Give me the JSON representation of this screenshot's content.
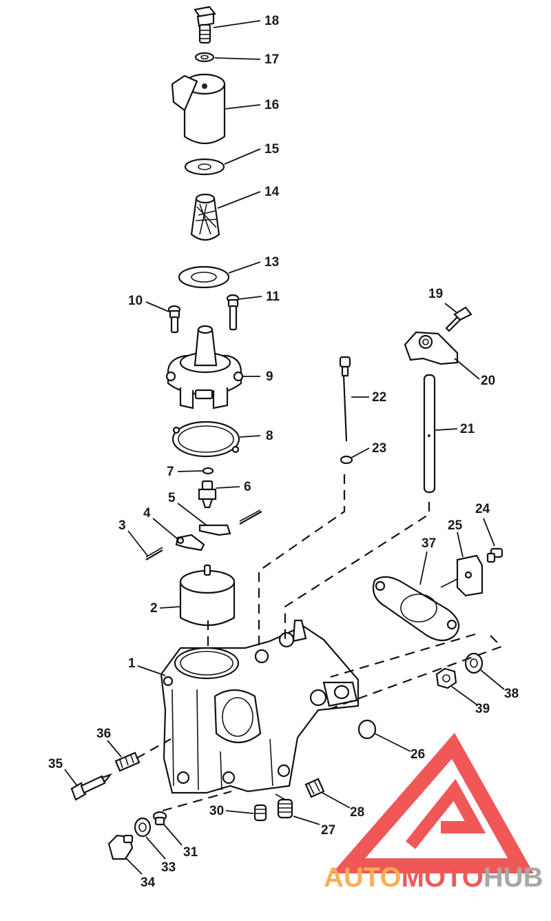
{
  "callouts": [
    "1",
    "2",
    "3",
    "4",
    "5",
    "6",
    "7",
    "8",
    "9",
    "10",
    "11",
    "13",
    "14",
    "15",
    "16",
    "17",
    "18",
    "19",
    "20",
    "21",
    "22",
    "23",
    "24",
    "25",
    "26",
    "27",
    "28",
    "30",
    "31",
    "33",
    "34",
    "35",
    "36",
    "37",
    "38",
    "39"
  ],
  "watermark": {
    "part1": "AUTO",
    "part2": "MOTO",
    "part3": "HUB",
    "color_orange": "#f6a23c",
    "color_red": "#ee3b3b",
    "color_grey": "#9a9a9a"
  }
}
